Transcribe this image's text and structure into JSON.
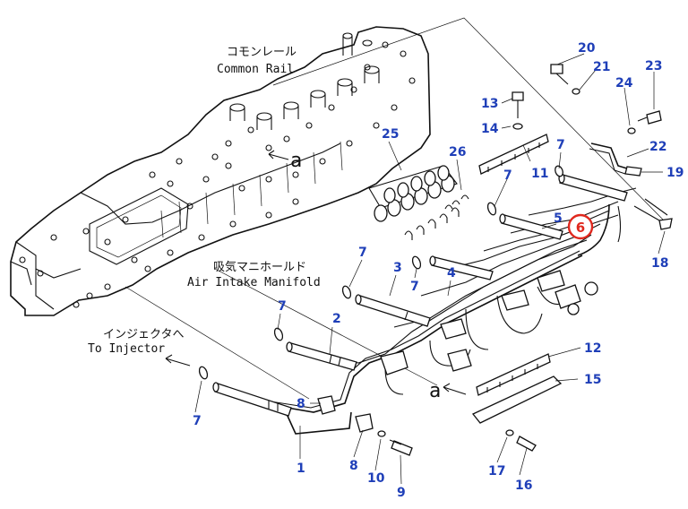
{
  "labels": {
    "common_rail_jp": "コモンレール",
    "common_rail_en": "Common Rail",
    "air_intake_jp": "吸気マニホールド",
    "air_intake_en": "Air Intake Manifold",
    "injector_jp": "インジェクタへ",
    "injector_en": "To Injector",
    "view_mark": "a"
  },
  "callouts": {
    "c1": "1",
    "c2": "2",
    "c3": "3",
    "c4": "4",
    "c5": "5",
    "c6": "6",
    "c7a": "7",
    "c7b": "7",
    "c7c": "7",
    "c7d": "7",
    "c7e": "7",
    "c7f": "7",
    "c8a": "8",
    "c8b": "8",
    "c9": "9",
    "c10": "10",
    "c11": "11",
    "c12": "12",
    "c13": "13",
    "c14": "14",
    "c15": "15",
    "c16": "16",
    "c17": "17",
    "c18": "18",
    "c19": "19",
    "c20": "20",
    "c21": "21",
    "c22": "22",
    "c23": "23",
    "c24": "24",
    "c25": "25",
    "c26": "26"
  },
  "colors": {
    "callout": "#1f3fb8",
    "highlight": "#e0281e",
    "line": "#111111"
  },
  "highlighted_part": "6"
}
